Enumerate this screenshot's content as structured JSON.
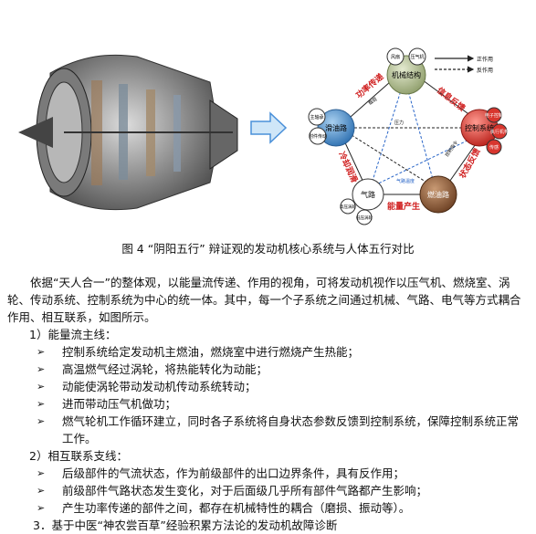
{
  "figure": {
    "caption": "图 4 “阴阳五行” 辩证观的发动机核心系统与人体五行对比",
    "diagram": {
      "nodes": {
        "top": "机械结构",
        "left": "滑油路",
        "right": "控制系统",
        "bottom_left": "气路",
        "bottom_right": "燃油路"
      },
      "satellites": {
        "top_a": "风扇",
        "top_b": "压气机",
        "left_a": "主轴承",
        "left_b": "附件传动",
        "right_a": "电子控制",
        "right_b": "执行机构",
        "right_c": "传感",
        "bl_a": "高压涡轮",
        "bl_b": "低压涡轮"
      },
      "legend": {
        "forward": "正作用",
        "reverse": "反作用"
      },
      "edge_labels": {
        "power_transfer": "功率传递",
        "info_feedback": "信息反馈",
        "state_feedback": "状态反馈",
        "cooling": "冷却润滑",
        "energy": "能量产生",
        "control_cmd": "控制指令",
        "gas_temp": "气路温度",
        "load": "载荷",
        "press": "压力"
      },
      "colors": {
        "top": "#a9b68b",
        "left": "#4f8fc7",
        "right": "#d8362e",
        "bottom_left": "#ffffff",
        "bottom_right": "#8c5a3a",
        "label_red": "#d02020"
      }
    }
  },
  "body": {
    "intro": "依据“天人合一”的整体观，以能量流传递、作用的视角，可将发动机视作以压气机、燃烧室、涡轮、传动系统、控制系统为中心的统一体。其中，每一个子系统之间通过机械、气路、电气等方式耦合作用、相互联系，如图所示。",
    "section1_title": "1）能量流主线：",
    "section1_items": [
      "控制系统给定发动机主燃油，燃烧室中进行燃烧产生热能；",
      "高温燃气经过涡轮，将热能转化为动能；",
      "动能使涡轮带动发动机传动系统转动；",
      "进而带动压气机做功；",
      "燃气轮机工作循环建立，同时各子系统将自身状态参数反馈到控制系统，保障控制系统正常工作。"
    ],
    "section2_title": "2）相互联系支线：",
    "section2_items": [
      "后级部件的气流状态，作为前级部件的出口边界条件，具有反作用；",
      "前级部件气路状态发生变化，对于后面级几乎所有部件气路都产生影响；",
      "产生功率传递的部件之间，都存在机械特性的耦合（磨损、振动等）。"
    ],
    "section3_title": "3．基于中医“神农尝百草”经验积累方法论的发动机故障诊断"
  }
}
